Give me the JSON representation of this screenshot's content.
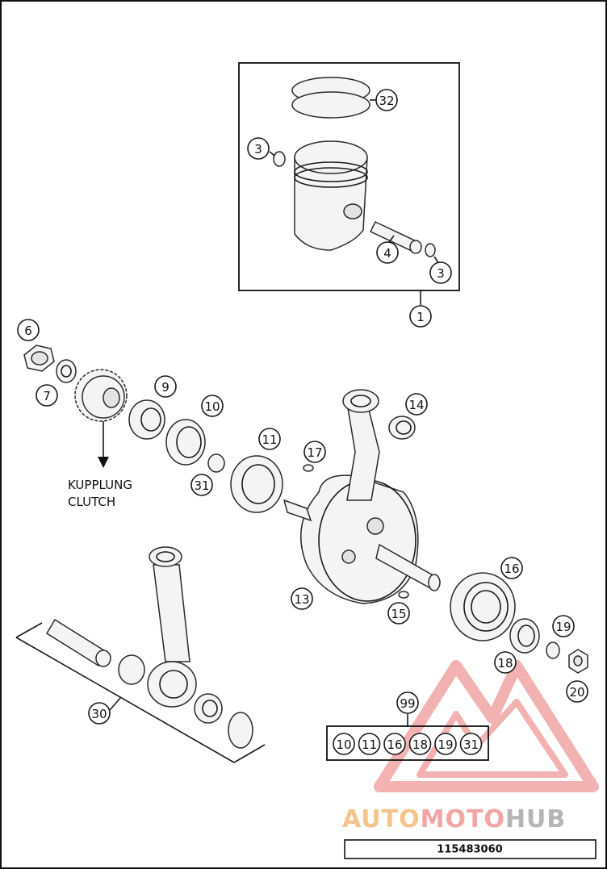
{
  "callouts": [
    {
      "id": "1",
      "label": "1"
    },
    {
      "id": "3a",
      "label": "3"
    },
    {
      "id": "3b",
      "label": "3"
    },
    {
      "id": "4",
      "label": "4"
    },
    {
      "id": "6",
      "label": "6"
    },
    {
      "id": "7",
      "label": "7"
    },
    {
      "id": "9",
      "label": "9"
    },
    {
      "id": "10",
      "label": "10"
    },
    {
      "id": "11",
      "label": "11"
    },
    {
      "id": "13",
      "label": "13"
    },
    {
      "id": "14",
      "label": "14"
    },
    {
      "id": "15",
      "label": "15"
    },
    {
      "id": "16",
      "label": "16"
    },
    {
      "id": "17",
      "label": "17"
    },
    {
      "id": "18",
      "label": "18"
    },
    {
      "id": "19",
      "label": "19"
    },
    {
      "id": "20",
      "label": "20"
    },
    {
      "id": "30",
      "label": "30"
    },
    {
      "id": "31",
      "label": "31"
    },
    {
      "id": "32",
      "label": "32"
    },
    {
      "id": "99",
      "label": "99"
    }
  ],
  "kit": [
    "10",
    "11",
    "16",
    "18",
    "19",
    "31"
  ],
  "clutch_label": {
    "line1": "KUPPLUNG",
    "line2": "CLUTCH"
  },
  "watermark": {
    "part1": "AUTO",
    "part2": "MOTO",
    "part3": "HUB",
    "color1": "#f5c48c",
    "color2": "#f2a5a5",
    "color3": "#b5b5b5"
  },
  "part_number": "115483060"
}
